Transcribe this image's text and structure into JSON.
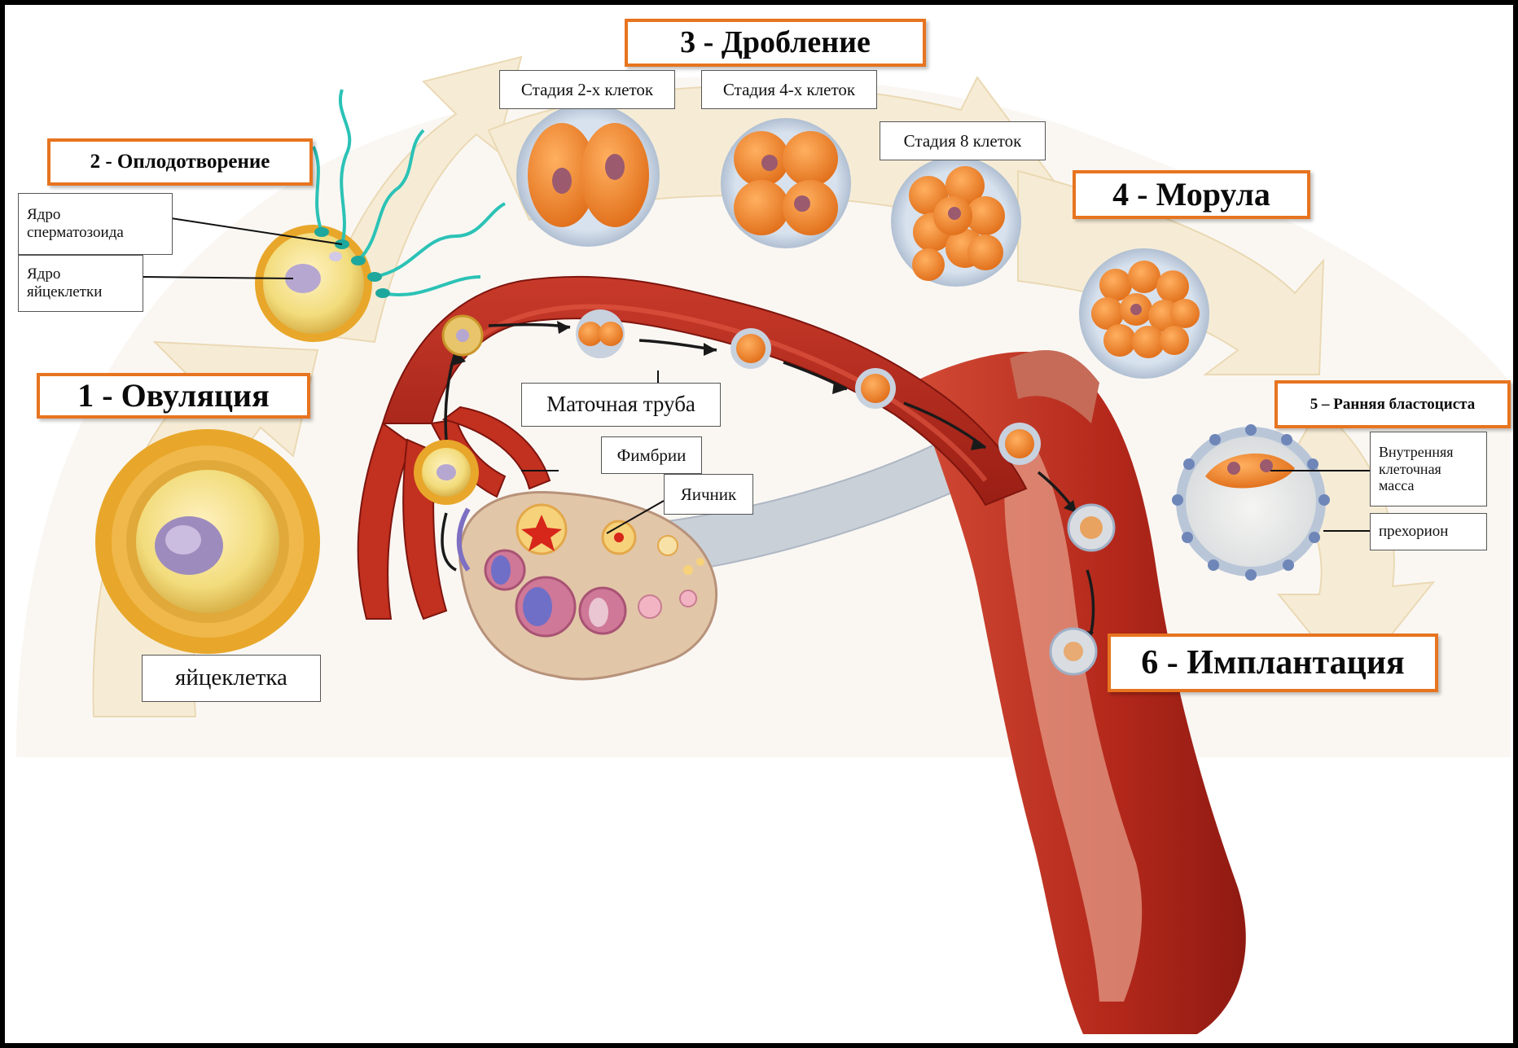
{
  "stages": {
    "ovulation": "1 - Овуляция",
    "fertilization": "2 - Оплодотворение",
    "cleavage": "3 - Дробление",
    "morula": "4 - Морула",
    "blastocyst": "5 – Ранняя бластоциста",
    "implantation": "6 - Имплантация"
  },
  "labels": {
    "egg": "яйцеклетка",
    "sperm_nucleus": "Ядро\nсперматозоида",
    "egg_nucleus": "Ядро\nяйцеклетки",
    "two_cell": "Стадия 2-х клеток",
    "four_cell": "Стадия 4-х клеток",
    "eight_cell": "Стадия 8 клеток",
    "fallopian_tube": "Маточная труба",
    "fimbriae": "Фимбрии",
    "ovary": "Яичник",
    "inner_cell_mass": "Внутренняя\nклеточная\nмасса",
    "prechorion": "прехорион"
  },
  "colors": {
    "frame": "#000000",
    "title_border": "#e7741f",
    "arrow_band": "#f6ecd6",
    "tissue_red": "#b8261c",
    "tissue_dark": "#8e1a12",
    "embryo_orange": "#f08a2a",
    "zona_blue": "#b9c6d8",
    "corona_gold": "#e8a72a",
    "ligament_grey": "#c9d0d8",
    "ovary_tan": "#e2c6a8"
  }
}
